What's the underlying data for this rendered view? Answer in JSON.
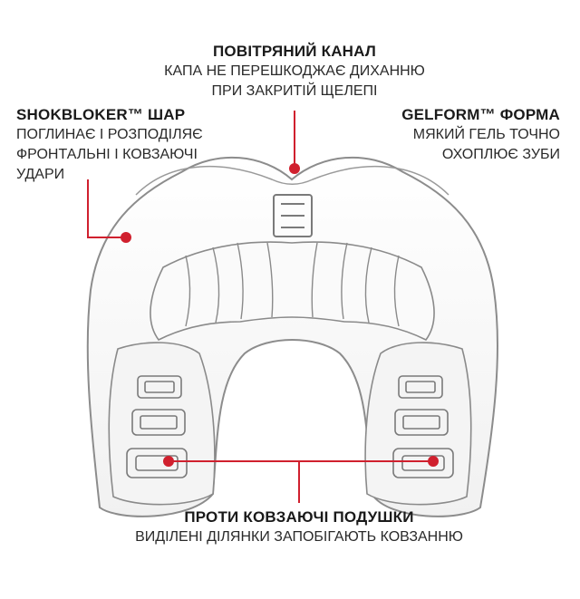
{
  "callouts": {
    "air_channel": {
      "title": "ПОВІТРЯНИЙ КАНАЛ",
      "lines": [
        "КАПА НЕ ПЕРЕШКОДЖАЄ ДИХАННЮ",
        "ПРИ ЗАКРИТІЙ ЩЕЛЕПІ"
      ]
    },
    "shokbloker": {
      "title": "SHOKBLOKER™ ШАР",
      "lines": [
        "ПОГЛИНАЄ І РОЗПОДІЛЯЄ",
        "ФРОНТАЛЬНІ І КОВЗАЮЧІ",
        "УДАРИ"
      ]
    },
    "gelform": {
      "title": "GELFORM™ ФОРМА",
      "lines": [
        "МЯКИЙ ГЕЛЬ ТОЧНО",
        "ОХОПЛЮЄ ЗУБИ"
      ]
    },
    "anti_slip": {
      "title": "ПРОТИ КОВЗАЮЧІ ПОДУШКИ",
      "lines": [
        "ВИДІЛЕНІ ДІЛЯНКИ ЗАПОБІГАЮТЬ КОВЗАННЮ"
      ]
    }
  },
  "colors": {
    "accent": "#d0202e",
    "outline": "#8a8a8a"
  }
}
